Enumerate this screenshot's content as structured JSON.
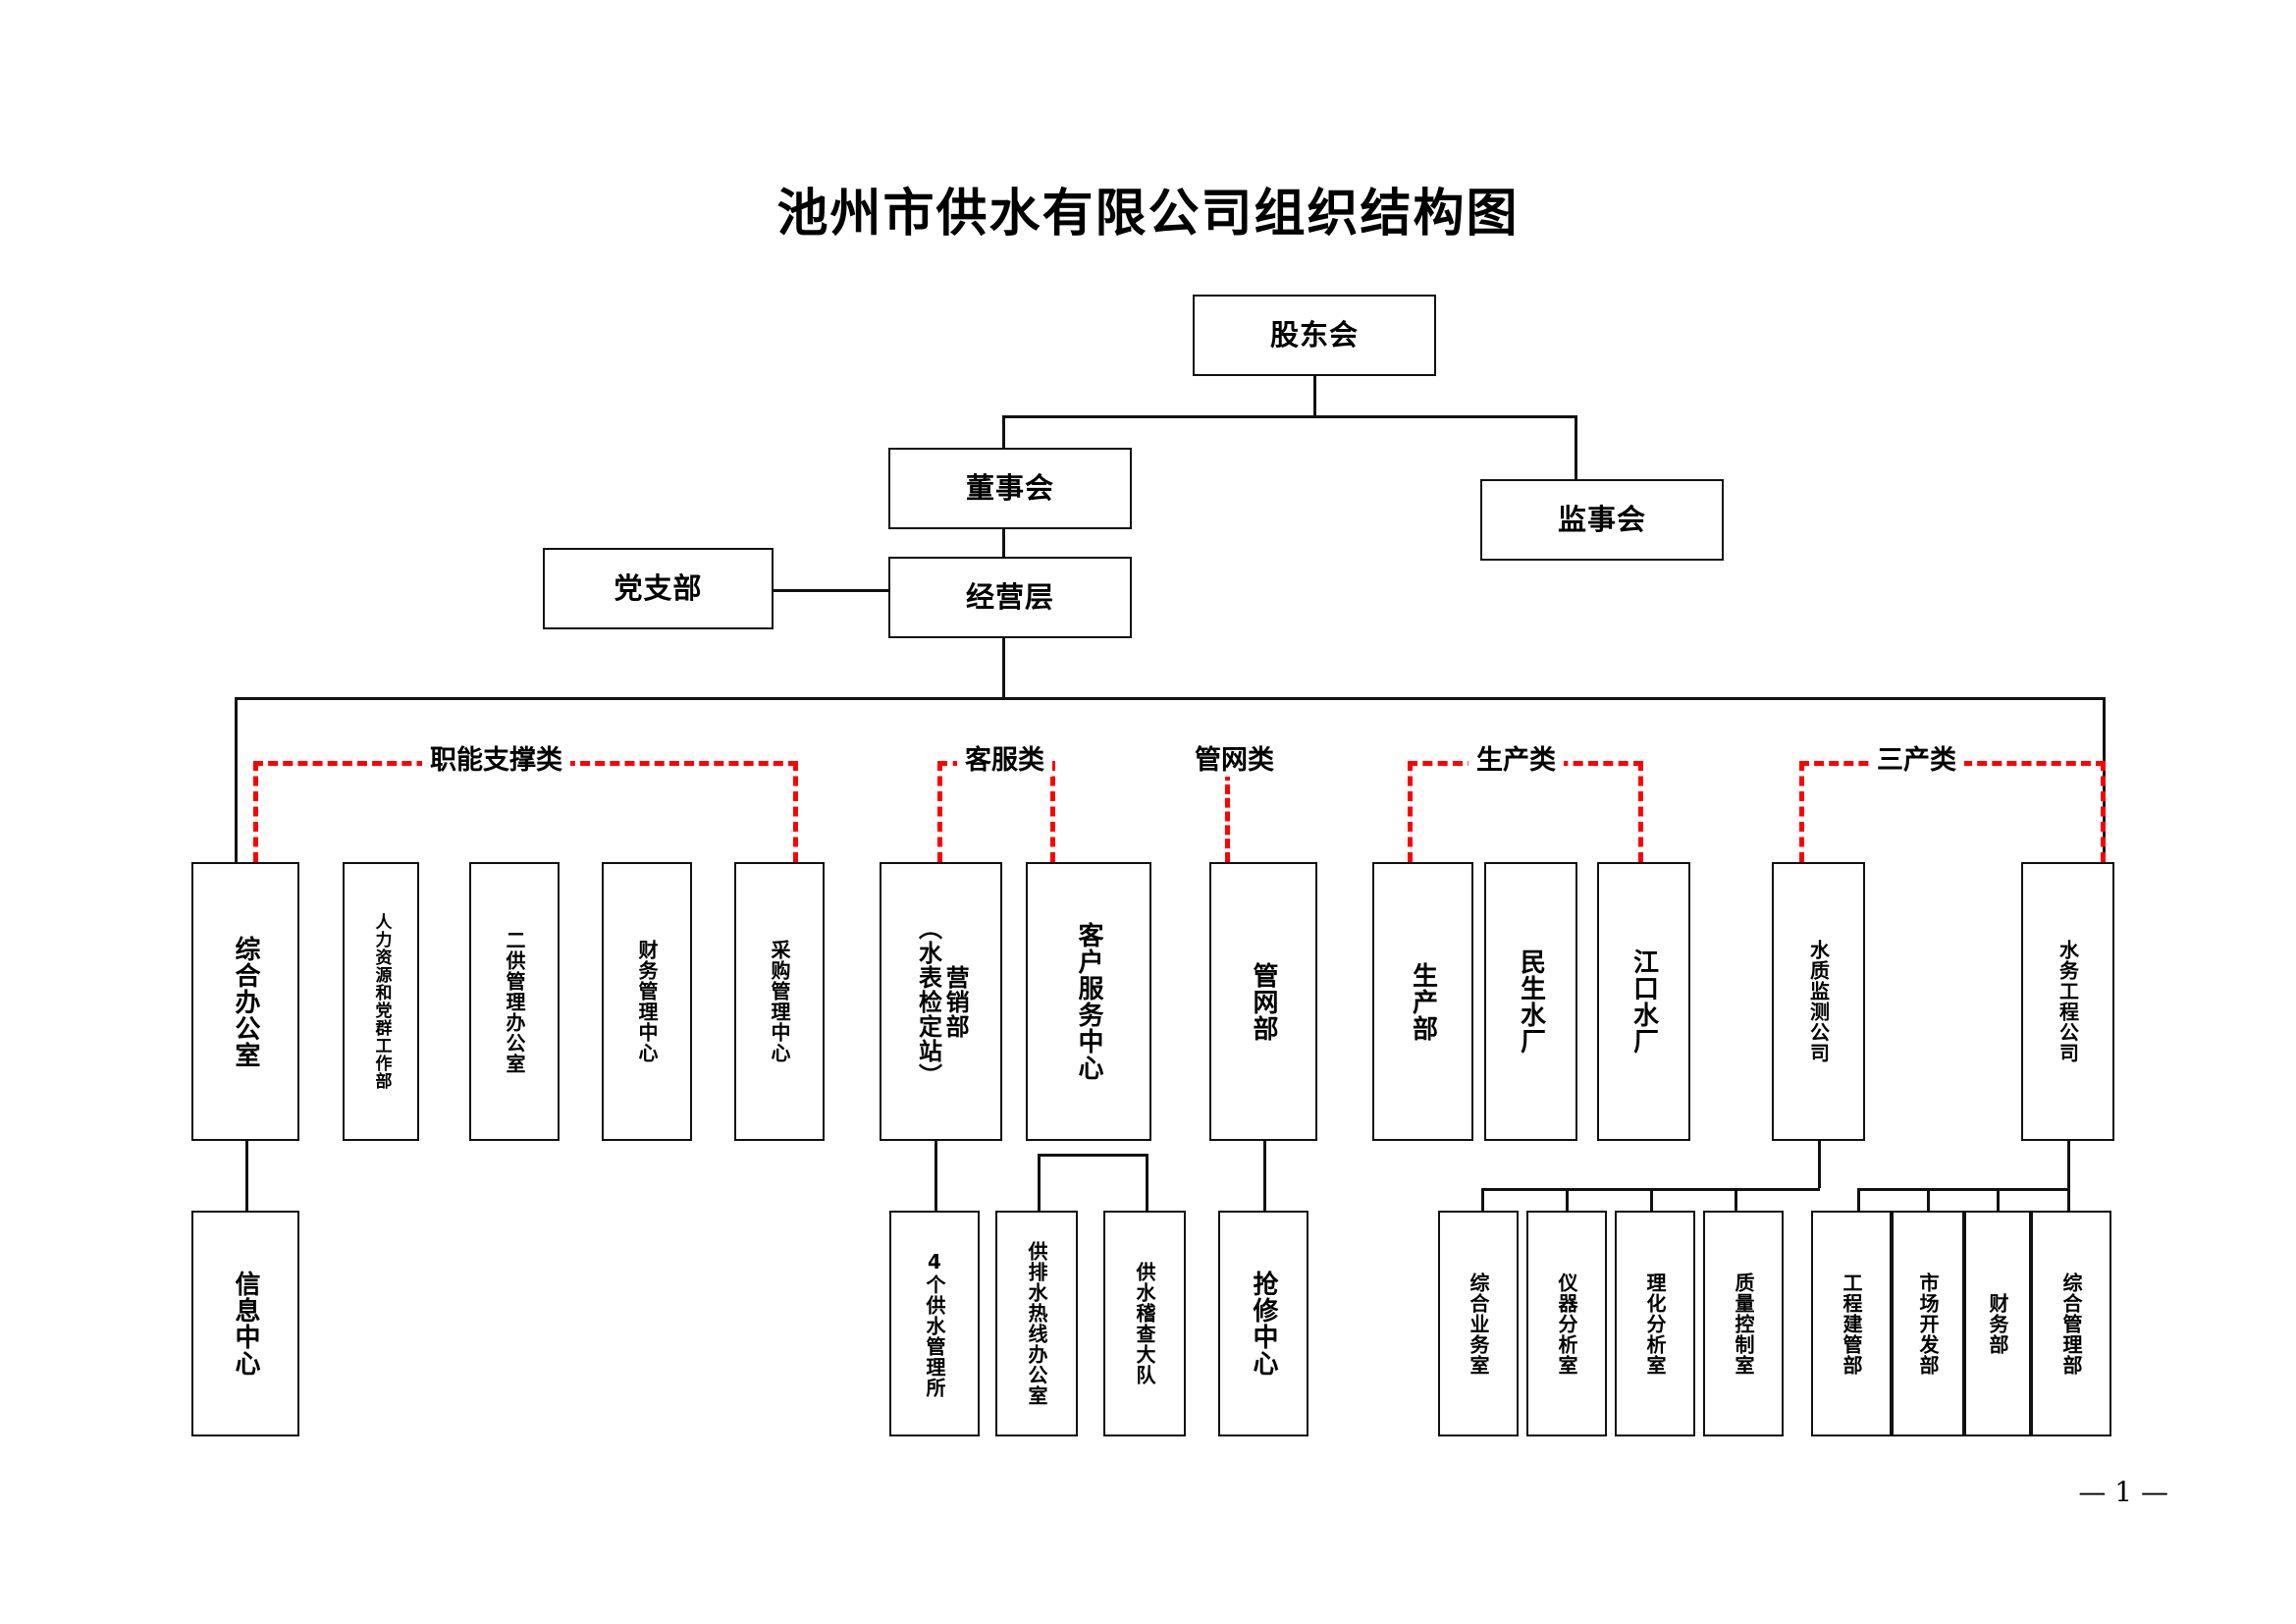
{
  "document": {
    "title": "池州市供水有限公司组织结构图",
    "page_number": "— 1 —"
  },
  "colors": {
    "line": "#111111",
    "category_bracket": "#ff0000",
    "box_border": "#111111",
    "background": "#ffffff"
  },
  "top_nodes": {
    "shareholders": "股东会",
    "board": "董事会",
    "supervisors": "监事会",
    "party_branch": "党支部",
    "management": "经营层"
  },
  "categories": [
    {
      "id": "functional-support",
      "label": "职能支撑类"
    },
    {
      "id": "customer-service",
      "label": "客服类"
    },
    {
      "id": "pipe-network",
      "label": "管网类"
    },
    {
      "id": "production",
      "label": "生产类"
    },
    {
      "id": "tertiary-industry",
      "label": "三产类"
    }
  ],
  "departments": {
    "functional_support": [
      "综合办公室",
      "人力资源和党群工作部",
      "二供管理办公室",
      "财务管理中心",
      "采购管理中心"
    ],
    "customer_service": [
      "营销部\n（水表检定站）",
      "客户服务中心"
    ],
    "pipe_network": [
      "管网部"
    ],
    "production": [
      "生产部",
      "民生水厂",
      "江口水厂"
    ],
    "tertiary_industry": [
      "水质监测公司",
      "水务工程公司"
    ]
  },
  "sub_departments": {
    "general_office": [
      "信息中心"
    ],
    "marketing": [
      "4个供水管理所"
    ],
    "customer_service_center": [
      "供排水热线办公室",
      "供水稽查大队"
    ],
    "pipe_network_dept": [
      "抢修中心"
    ],
    "water_quality_company": [
      "综合业务室",
      "仪器分析室",
      "理化分析室",
      "质量控制室"
    ],
    "water_engineering_company": [
      "工程建管部",
      "市场开发部",
      "财务部",
      "综合管理部"
    ]
  }
}
